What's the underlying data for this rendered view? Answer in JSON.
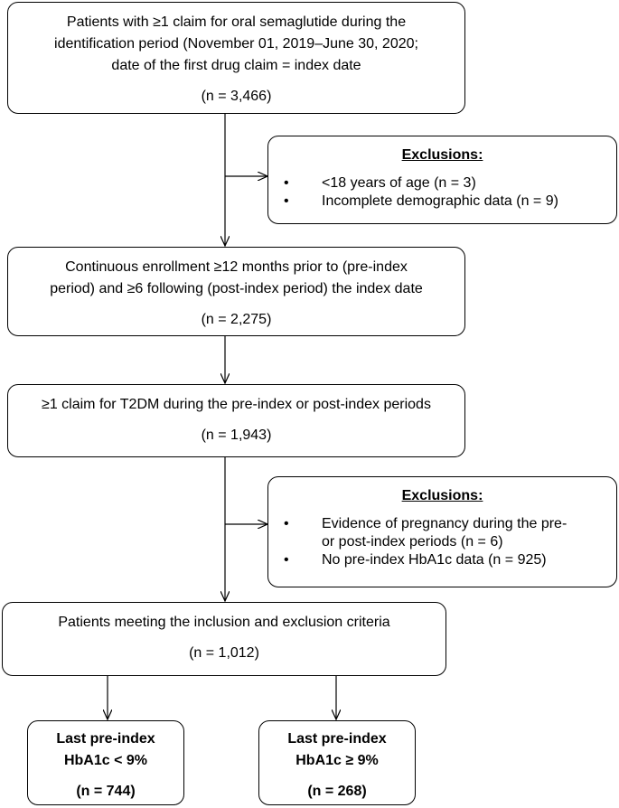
{
  "boxes": {
    "identification": {
      "lines": [
        "Patients with ≥1 claim for oral semaglutide during the",
        "identification period (November 01, 2019–June 30, 2020;",
        "date of the first drug claim = index date"
      ],
      "n": "(n = 3,466)"
    },
    "exclusions_1": {
      "title": "Exclusions:",
      "items": [
        "<18 years of age (n = 3)",
        "Incomplete demographic data (n = 9)"
      ]
    },
    "enrollment": {
      "lines": [
        "Continuous enrollment ≥12 months prior to (pre-index",
        "period) and ≥6 following (post-index period) the index date"
      ],
      "n": "(n = 2,275)"
    },
    "t2dm": {
      "lines": [
        "≥1 claim for T2DM during the pre-index or post-index periods"
      ],
      "n": "(n = 1,943)"
    },
    "exclusions_2": {
      "title": "Exclusions:",
      "items": [
        [
          "Evidence of pregnancy during the pre-",
          "or post-index periods (n = 6)"
        ],
        [
          "No pre-index HbA1c data (n = 925)"
        ]
      ]
    },
    "included": {
      "lines": [
        "Patients meeting the inclusion and exclusion criteria"
      ],
      "n": "(n = 1,012)"
    },
    "group_low": {
      "lines": [
        "Last pre-index",
        "HbA1c < 9%"
      ],
      "n": "(n = 744)"
    },
    "group_high": {
      "lines": [
        "Last pre-index",
        "HbA1c ≥ 9%"
      ],
      "n": "(n = 268)"
    }
  },
  "bullet": "•"
}
